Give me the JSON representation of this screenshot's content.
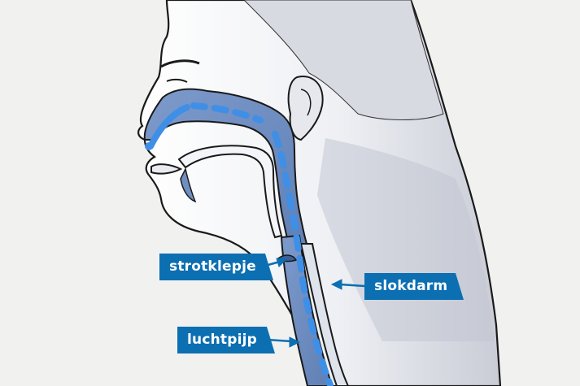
{
  "labels": {
    "epiglottis": "strotklepje",
    "esophagus": "slokdarm",
    "trachea": "luchtpijp"
  },
  "colors": {
    "background": "#f1f1f0",
    "label_background": "#0b6fb2",
    "label_text": "#ffffff",
    "airway_blue": "#6f8fc0",
    "airflow_dashes": "#3f8fe6",
    "outline": "#1a1a1a"
  }
}
